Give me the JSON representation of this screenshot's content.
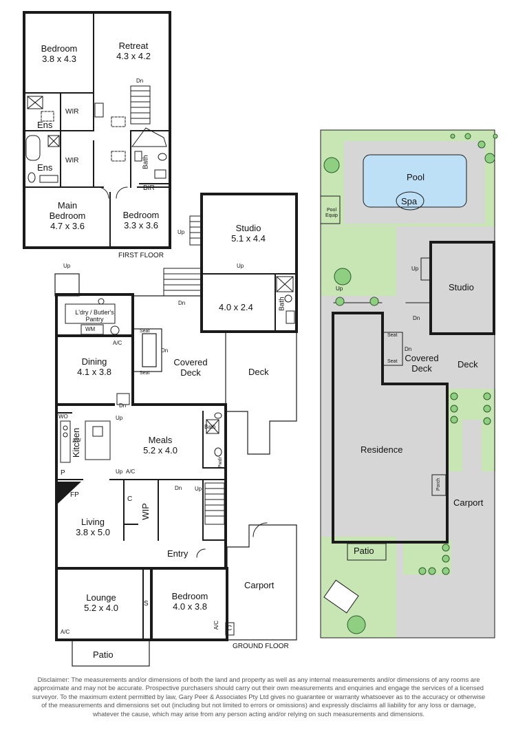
{
  "first_floor": {
    "title": "FIRST FLOOR",
    "rooms": {
      "bedroom_top": {
        "name": "Bedroom",
        "dims": "3.8 x 4.3"
      },
      "retreat": {
        "name": "Retreat",
        "dims": "4.3 x 4.2"
      },
      "main_bedroom": {
        "name_line1": "Main",
        "name_line2": "Bedroom",
        "dims": "4.7 x 3.6"
      },
      "bedroom_side": {
        "name": "Bedroom",
        "dims": "3.3 x 3.6"
      }
    },
    "labels": {
      "ens1": "Ens",
      "ens2": "Ens",
      "wir1": "WIR",
      "wir2": "WIR",
      "bath": "Bath",
      "bir": "BIR",
      "dn": "Dn"
    }
  },
  "ground_floor": {
    "title": "GROUND FLOOR",
    "rooms": {
      "studio": {
        "name": "Studio",
        "dims": "5.1 x 4.4"
      },
      "studio_lower": {
        "dims": "4.0 x 2.4"
      },
      "laundry": {
        "line1": "L'dry / Butler's",
        "line2": "Pantry"
      },
      "dining": {
        "name": "Dining",
        "dims": "4.1 x 3.8"
      },
      "covered_deck": {
        "line1": "Covered",
        "line2": "Deck"
      },
      "deck": {
        "name": "Deck"
      },
      "meals": {
        "name": "Meals",
        "dims": "5.2 x 4.0"
      },
      "kitchen": {
        "name": "Kitchen"
      },
      "living": {
        "name": "Living",
        "dims": "3.8 x 5.0"
      },
      "entry": {
        "name": "Entry"
      },
      "lounge": {
        "name": "Lounge",
        "dims": "5.2 x 4.0"
      },
      "bedroom": {
        "name": "Bedroom",
        "dims": "4.0 x 3.8"
      },
      "carport": {
        "name": "Carport"
      },
      "patio": {
        "name": "Patio"
      }
    },
    "labels": {
      "up": "Up",
      "dn": "Dn",
      "seat": "Seat",
      "wm": "WM",
      "ac": "A/C",
      "wo": "WO",
      "dw": "DW",
      "p": "P",
      "fp": "FP",
      "c": "C",
      "wip": "WIP",
      "s": "S",
      "bath": "Bath",
      "pwdr": "Pwdr"
    }
  },
  "site_plan": {
    "pool": "Pool",
    "spa": "Spa",
    "pool_equip_line1": "Pool",
    "pool_equip_line2": "Equip",
    "studio": "Studio",
    "covered_deck_line1": "Covered",
    "covered_deck_line2": "Deck",
    "deck": "Deck",
    "residence": "Residence",
    "porch": "Porch",
    "carport": "Carport",
    "patio": "Patio",
    "up": "Up",
    "dn": "Dn",
    "seat": "Seat"
  },
  "colors": {
    "wall": "#1a1a1a",
    "lawn": "#c8e6b4",
    "paving": "#d6d6d6",
    "pool": "#bde0f7",
    "garden": "#c8e6b4"
  },
  "disclaimer": "Disclaimer: The measurements and/or dimensions of both the land and property as well as any internal measurements and/or dimensions of any rooms are approximate and may not be accurate. Prospective purchasers should carry out their own measurements and enquiries and engage the services of a licensed surveyor. To the maximum extent permitted by law, Gary Peer & Associates Pty Ltd gives no guarantee or warranty whatsoever as to the accuracy or otherwise of the measurements and dimensions set out (including but not limited to errors or omissions) and expressly disclaims all liability for any loss or damage, whatever the cause, which may arise from any person acting and/or relying on such measurements and dimensions."
}
